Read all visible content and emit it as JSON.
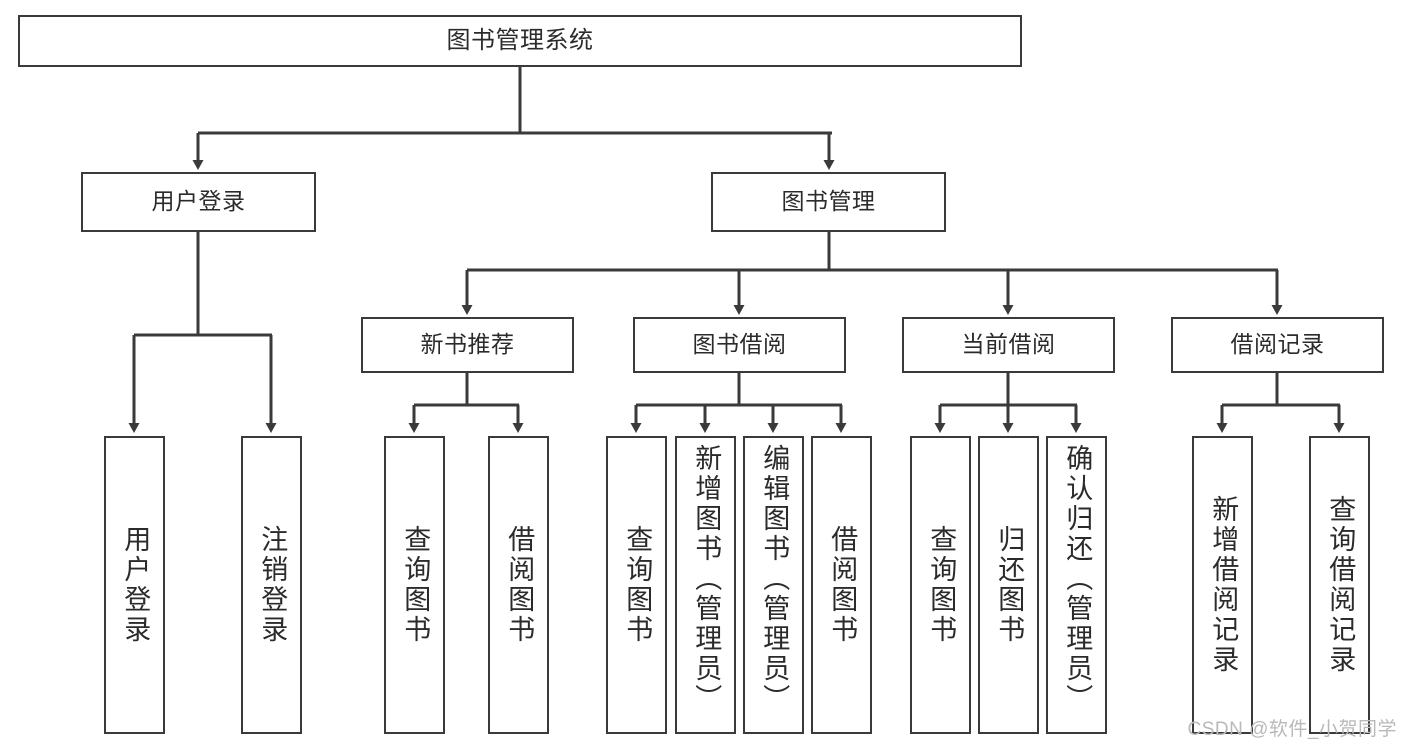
{
  "diagram": {
    "title": "图书管理系统",
    "type": "tree-hierarchy",
    "root": {
      "id": "root",
      "label": "图书管理系统"
    },
    "level2": [
      {
        "id": "user-login",
        "label": "用户登录"
      },
      {
        "id": "book-manage",
        "label": "图书管理"
      }
    ],
    "level3": [
      {
        "id": "new-book-recommend",
        "label": "新书推荐",
        "parent": "book-manage"
      },
      {
        "id": "book-borrow",
        "label": "图书借阅",
        "parent": "book-manage"
      },
      {
        "id": "current-borrow",
        "label": "当前借阅",
        "parent": "book-manage"
      },
      {
        "id": "borrow-record",
        "label": "借阅记录",
        "parent": "book-manage"
      }
    ],
    "leaves": [
      {
        "id": "leaf-user-login",
        "label": "用户登录",
        "parent": "user-login"
      },
      {
        "id": "leaf-user-logout",
        "label": "注销登录",
        "parent": "user-login"
      },
      {
        "id": "leaf-query-book-1",
        "label": "查询图书",
        "parent": "new-book-recommend"
      },
      {
        "id": "leaf-borrow-book-1",
        "label": "借阅图书",
        "parent": "new-book-recommend"
      },
      {
        "id": "leaf-query-book-2",
        "label": "查询图书",
        "parent": "book-borrow"
      },
      {
        "id": "leaf-add-book",
        "label": "新增图书（管理员）",
        "parent": "book-borrow"
      },
      {
        "id": "leaf-edit-book",
        "label": "编辑图书（管理员）",
        "parent": "book-borrow"
      },
      {
        "id": "leaf-borrow-book-2",
        "label": "借阅图书",
        "parent": "book-borrow"
      },
      {
        "id": "leaf-query-book-3",
        "label": "查询图书",
        "parent": "current-borrow"
      },
      {
        "id": "leaf-return-book",
        "label": "归还图书",
        "parent": "current-borrow"
      },
      {
        "id": "leaf-confirm-return",
        "label": "确认归还（管理员）",
        "parent": "current-borrow"
      },
      {
        "id": "leaf-add-record",
        "label": "新增借阅记录",
        "parent": "borrow-record"
      },
      {
        "id": "leaf-query-record",
        "label": "查询借阅记录",
        "parent": "borrow-record"
      }
    ]
  },
  "watermark": {
    "text": "CSDN @软件_小贺同学"
  },
  "colors": {
    "stroke": "#3a3a3a",
    "text": "#2b2b2b",
    "background": "#ffffff",
    "watermark": "#b9b9b9"
  }
}
